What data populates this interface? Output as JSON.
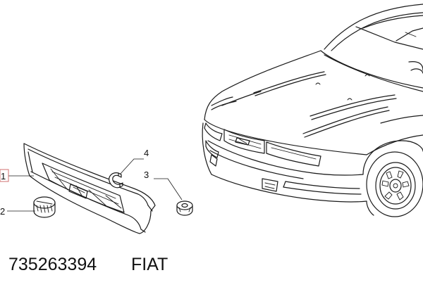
{
  "callouts": {
    "grille": "1",
    "spring_clip": "2",
    "nut_clip": "3",
    "c_clip": "4"
  },
  "footer": {
    "part_number": "735263394",
    "brand": "FIAT"
  },
  "colors": {
    "line": "#1a1a1a",
    "callout_box": "#d07070",
    "background": "#ffffff"
  }
}
